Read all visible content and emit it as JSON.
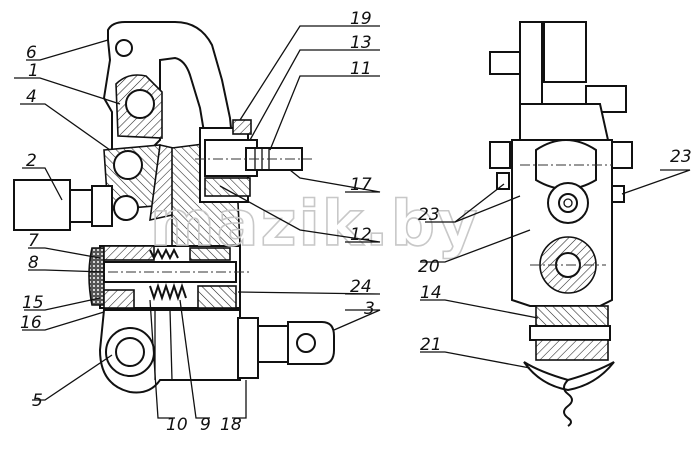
{
  "watermark": "mazik.by",
  "callouts": [
    {
      "id": "c6",
      "text": "6"
    },
    {
      "id": "c1",
      "text": "1"
    },
    {
      "id": "c4",
      "text": "4"
    },
    {
      "id": "c2",
      "text": "2"
    },
    {
      "id": "c7",
      "text": "7"
    },
    {
      "id": "c8",
      "text": "8"
    },
    {
      "id": "c15",
      "text": "15"
    },
    {
      "id": "c16",
      "text": "16"
    },
    {
      "id": "c5",
      "text": "5"
    },
    {
      "id": "c10",
      "text": "10"
    },
    {
      "id": "c9",
      "text": "9"
    },
    {
      "id": "c18",
      "text": "18"
    },
    {
      "id": "c19",
      "text": "19"
    },
    {
      "id": "c13",
      "text": "13"
    },
    {
      "id": "c11",
      "text": "11"
    },
    {
      "id": "c17",
      "text": "17"
    },
    {
      "id": "c12",
      "text": "12"
    },
    {
      "id": "c24",
      "text": "24"
    },
    {
      "id": "c3",
      "text": "3"
    },
    {
      "id": "c23a",
      "text": "23"
    },
    {
      "id": "c23b",
      "text": "23"
    },
    {
      "id": "c20",
      "text": "20"
    },
    {
      "id": "c14",
      "text": "14"
    },
    {
      "id": "c21",
      "text": "21"
    }
  ]
}
